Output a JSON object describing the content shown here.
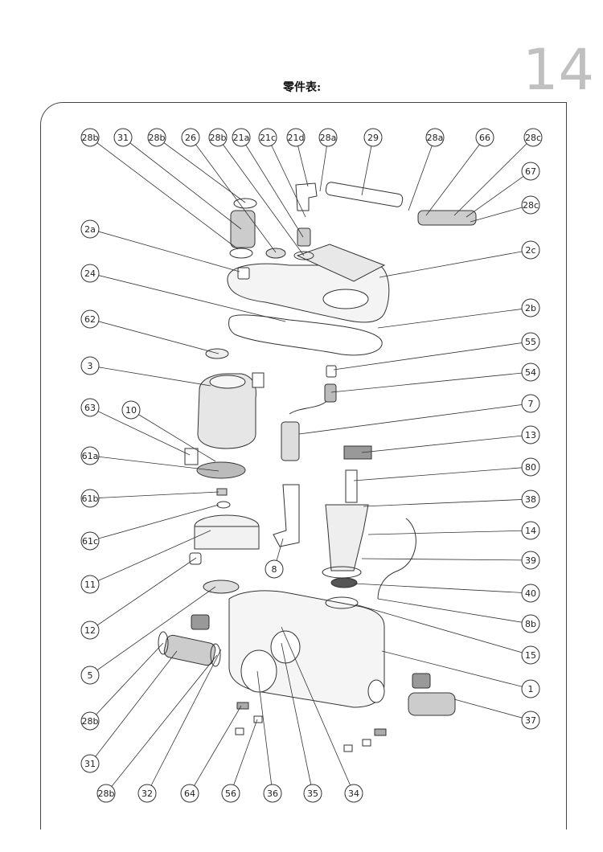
{
  "page": {
    "number": "14",
    "title": "零件表:"
  },
  "labels": {
    "top_row": [
      "28b",
      "31",
      "28b",
      "26",
      "28b",
      "21a",
      "21c",
      "21d",
      "28a",
      "29",
      "28a",
      "66",
      "28c"
    ],
    "right_col": [
      "67",
      "28c",
      "2c",
      "2b",
      "55",
      "54",
      "7",
      "13",
      "80",
      "38",
      "14",
      "39",
      "40",
      "8b",
      "15",
      "1",
      "37"
    ],
    "left_col": [
      "2a",
      "24",
      "62",
      "3",
      "63",
      "10",
      "61a",
      "61b",
      "61c",
      "11",
      "12",
      "5",
      "28b",
      "31"
    ],
    "bottom_row": [
      "28b",
      "32",
      "64",
      "56",
      "36",
      "35",
      "34"
    ],
    "center": [
      "8"
    ]
  }
}
